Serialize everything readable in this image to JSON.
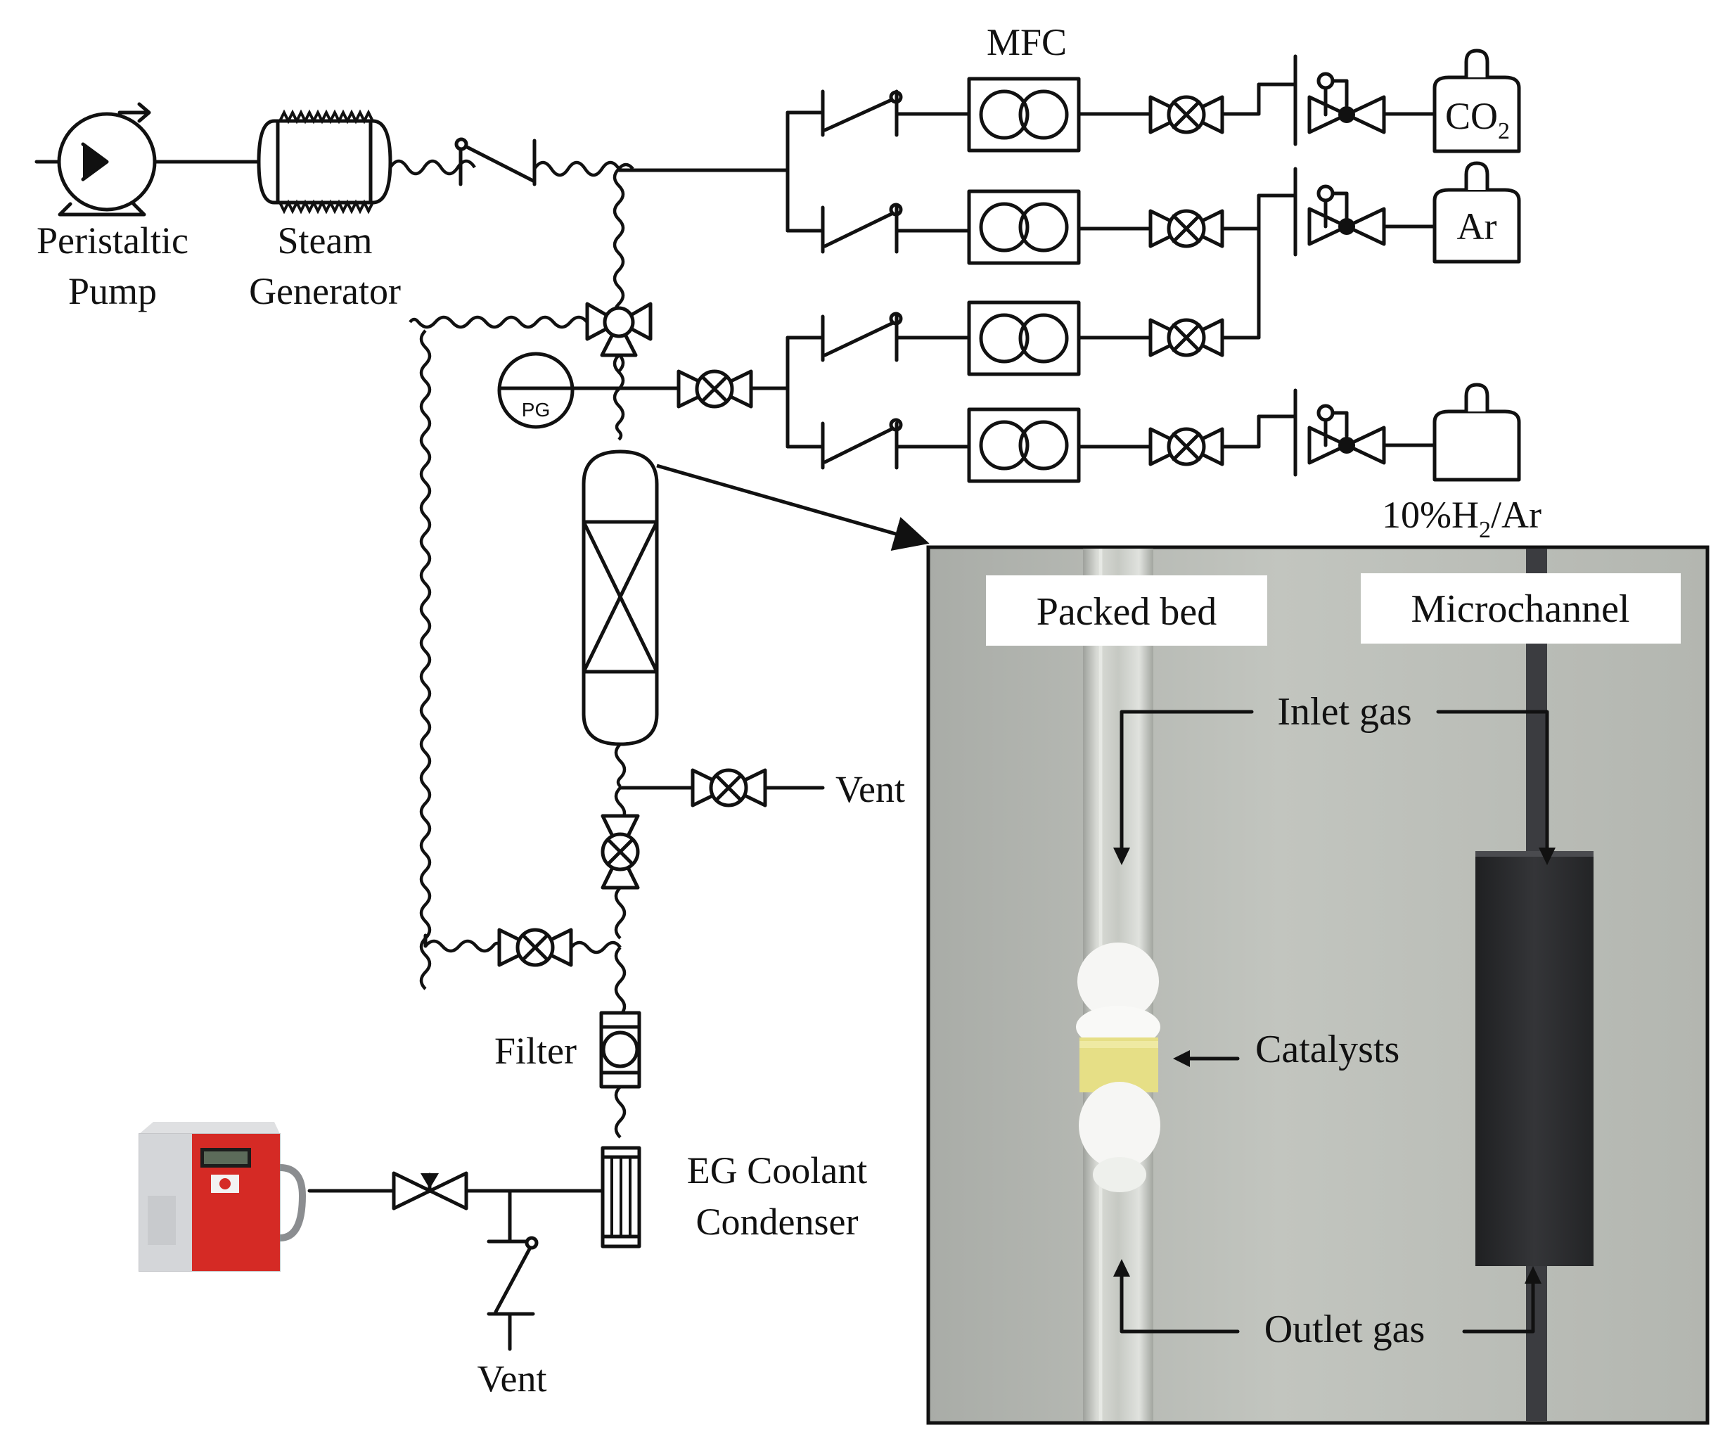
{
  "equipment": {
    "pump_line1": "Peristaltic",
    "pump_line2": "Pump",
    "steam_line1": "Steam",
    "steam_line2": "Generator",
    "mfc": "MFC",
    "pressure_gauge": "PG",
    "filter": "Filter",
    "condenser_line1": "EG Coolant",
    "condenser_line2": "Condenser",
    "vent_top": "Vent",
    "vent_bottom": "Vent"
  },
  "gases": {
    "co2_base": "CO",
    "co2_sub": "2",
    "ar": "Ar",
    "h2_pre": "10%H",
    "h2_sub": "2",
    "h2_post": "/Ar"
  },
  "photo": {
    "packed_bed": "Packed bed",
    "microchannel": "Microchannel",
    "inlet_gas": "Inlet gas",
    "catalysts": "Catalysts",
    "outlet_gas": "Outlet gas"
  },
  "colors": {
    "line": "#111111",
    "photo_background": "#b6b9b3",
    "catalyst": "#e6df86",
    "microchannel_block": "#2b2c2e",
    "chiller_red": "#d52a25"
  }
}
